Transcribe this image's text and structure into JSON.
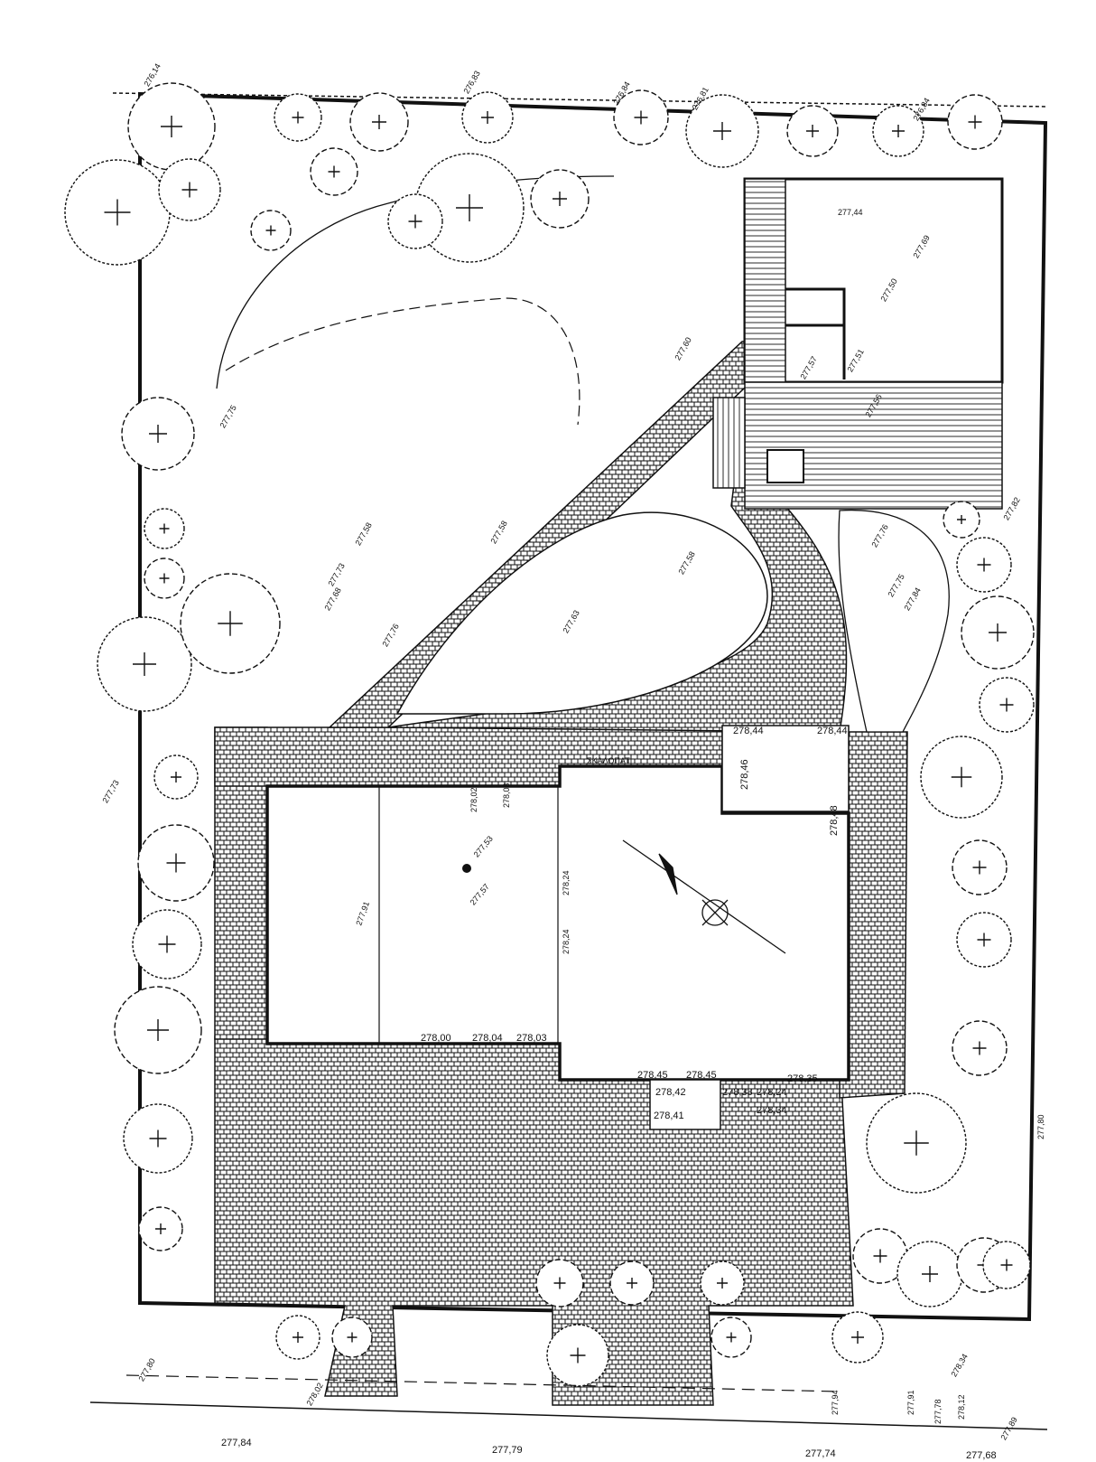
{
  "colors": {
    "ink": "#111111",
    "paper": "#ffffff"
  },
  "house_label": "ΣΚΑΛΟΠΑΤΙ",
  "elevations": {
    "house_ne": "278,44",
    "house_ne2": "278,44",
    "house_side": "278,46",
    "house_east": "278,48",
    "house_s1": "278,00",
    "house_s2": "278,04",
    "house_s3": "278,03",
    "house_step1": "278,45",
    "house_step2": "278,45",
    "house_step3": "278,42",
    "house_step4": "278,41",
    "house_step5": "278,38",
    "house_step6": "278,24",
    "house_step7": "278,34",
    "house_step8": "278,35",
    "inner_a": "278,24",
    "inner_b": "278,24",
    "inner_c": "277,53",
    "inner_d": "277,57",
    "inner_e": "277,91",
    "inner_f": "278,03",
    "inner_g": "278,02",
    "lawn_1": "277,58",
    "lawn_2": "277,73",
    "lawn_3": "277,68",
    "lawn_4": "277,58",
    "lawn_5": "277,76",
    "lawn_6": "277,63",
    "lawn_7": "277,58",
    "lawn_8": "277,60",
    "lawn_9": "277,75",
    "shed_1": "277,44",
    "shed_2": "277,69",
    "shed_3": "277,50",
    "deck_1": "277,57",
    "deck_2": "277,56",
    "deck_3": "277,51",
    "east_1": "277,76",
    "east_2": "277,75",
    "east_3": "277,84",
    "east_4": "277,82",
    "north_1": "276,84",
    "north_2": "276,81",
    "north_3": "276,84",
    "north_4": "276,83",
    "north_5": "276,14",
    "street_1": "277,84",
    "street_2": "277,79",
    "street_3": "277,74",
    "street_4": "277,68",
    "street_5": "277,89",
    "street_6": "277,80",
    "street_7": "278,02",
    "street_8": "277,94",
    "street_9": "277,91",
    "street_10": "277,78",
    "street_11": "278,12",
    "street_12": "278,34",
    "west_1": "277,73",
    "west_2": "277,80"
  }
}
